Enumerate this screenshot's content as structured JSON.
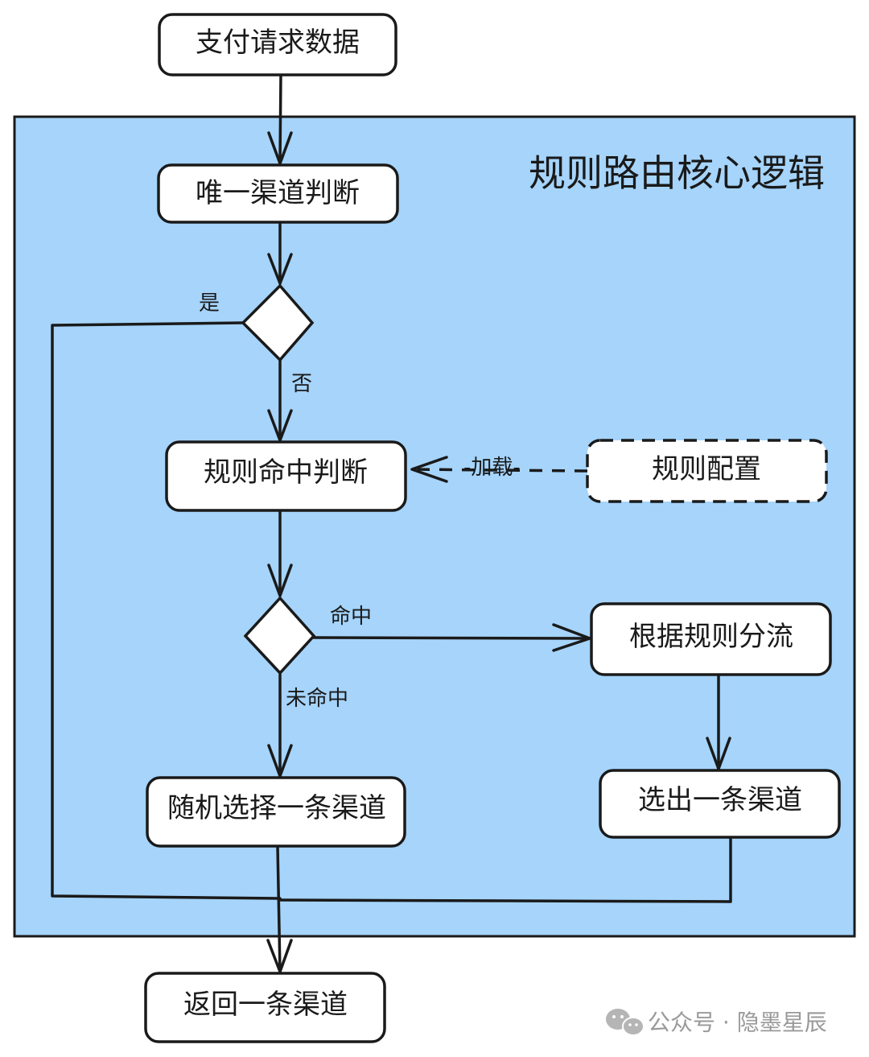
{
  "region": {
    "title": "规则路由核心逻辑",
    "fill": "#a6d4fb"
  },
  "nodes": {
    "payment_request": "支付请求数据",
    "unique_channel_check": "唯一渠道判断",
    "rule_hit_check": "规则命中判断",
    "rule_config": "规则配置",
    "route_by_rule": "根据规则分流",
    "random_channel": "随机选择一条渠道",
    "select_channel": "选出一条渠道",
    "return_channel": "返回一条渠道"
  },
  "edge_labels": {
    "yes": "是",
    "no": "否",
    "load": "-加载-",
    "hit": "命中",
    "miss": "未命中"
  },
  "watermark": {
    "text": "公众号 · 隐墨星辰",
    "icon": "wechat-icon"
  }
}
